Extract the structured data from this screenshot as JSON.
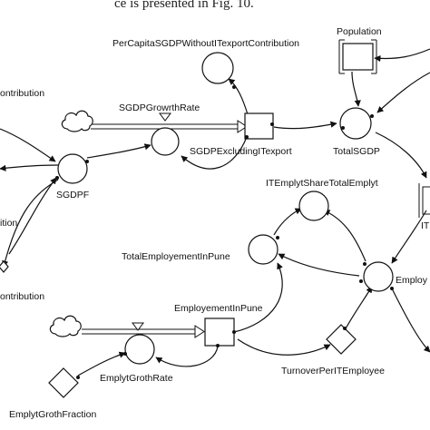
{
  "caption": "ce is presented in Fig. 10.",
  "nodes": {
    "percapita": "PerCapitaSGDPWithoutITexportContribution",
    "population": "Population",
    "contribution_top": "ontribution",
    "growth_rate": "SGDPGrowrthRate",
    "sgdp_excl": "SGDPExcludingITexport",
    "total_sgdp": "TotalSGDP",
    "sgdpf": "SGDPF",
    "it_share": "ITEmplytShareTotalEmplyt",
    "total_employment": "TotalEmployementInPune",
    "employ_right": "Employ",
    "ition": "ition",
    "contribution_bottom": "ontribution",
    "employment_pune": "EmployementInPune",
    "growth": "EmplytGrothRate",
    "turnover": "TurnoverPerITEmployee",
    "growth_fraction": "EmplytGrothFraction",
    "edge_label": "IT"
  }
}
